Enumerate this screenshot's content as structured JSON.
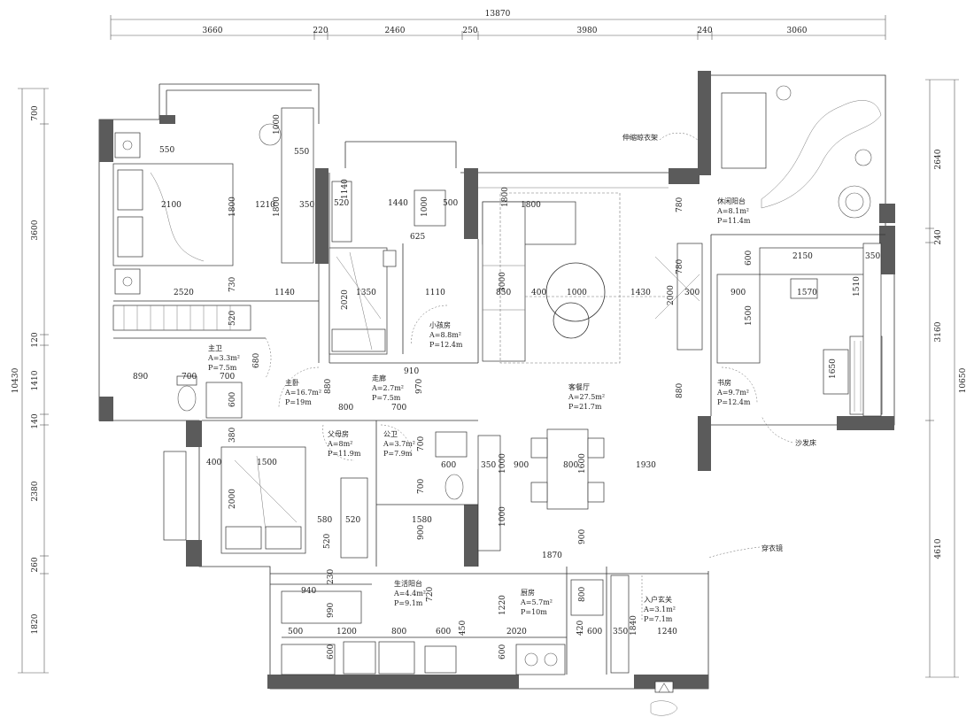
{
  "dimensions": {
    "top_total": "13870",
    "top_segments": [
      "3660",
      "220",
      "2460",
      "250",
      "3980",
      "240",
      "3060"
    ],
    "left_segments": [
      "700",
      "3600",
      "120",
      "1410",
      "140",
      "2380",
      "260",
      "1820"
    ],
    "left_total": "10430",
    "right_segments": [
      "2640",
      "240",
      "3160",
      "4610"
    ],
    "right_total": "10650",
    "interior": [
      "550",
      "1000",
      "550",
      "2100",
      "1210",
      "1800",
      "1800",
      "350",
      "1140",
      "520",
      "1440",
      "1000",
      "500",
      "625",
      "1800",
      "780",
      "3000",
      "1800",
      "2520",
      "730",
      "1140",
      "1350",
      "1110",
      "850",
      "400",
      "1000",
      "1430",
      "300",
      "2000",
      "2020",
      "520",
      "680",
      "890",
      "700",
      "700",
      "600",
      "880",
      "800",
      "700",
      "910",
      "970",
      "380",
      "400",
      "1500",
      "2000",
      "580",
      "520",
      "520",
      "700",
      "600",
      "700",
      "350",
      "1000",
      "900",
      "800",
      "1600",
      "1930",
      "1580",
      "900",
      "1000",
      "900",
      "1870",
      "880",
      "900",
      "1500",
      "1570",
      "2150",
      "600",
      "350",
      "1510",
      "1650",
      "940",
      "230",
      "990",
      "720",
      "1220",
      "800",
      "1200",
      "800",
      "600",
      "450",
      "2020",
      "420",
      "600",
      "1240",
      "350",
      "1840",
      "500",
      "600",
      "600",
      "780"
    ]
  },
  "rooms": [
    {
      "id": "master-bath",
      "name": "主卫",
      "area": "A=3.3m²",
      "perimeter": "P=7.5m"
    },
    {
      "id": "master-bedroom",
      "name": "主卧",
      "area": "A=16.7m²",
      "perimeter": "P=19m"
    },
    {
      "id": "corridor",
      "name": "走廊",
      "area": "A=2.7m²",
      "perimeter": "P=7.5m"
    },
    {
      "id": "kids-room",
      "name": "小孩房",
      "area": "A=8.8m²",
      "perimeter": "P=12.4m"
    },
    {
      "id": "living-dining",
      "name": "客餐厅",
      "area": "A=27.5m²",
      "perimeter": "P=21.7m"
    },
    {
      "id": "leisure-balcony",
      "name": "休闲阳台",
      "area": "A=8.1m²",
      "perimeter": "P=11.4m"
    },
    {
      "id": "study",
      "name": "书房",
      "area": "A=9.7m²",
      "perimeter": "P=12.4m"
    },
    {
      "id": "parents-room",
      "name": "父母房",
      "area": "A=8m²",
      "perimeter": "P=11.9m"
    },
    {
      "id": "public-bath",
      "name": "公卫",
      "area": "A=3.7m²",
      "perimeter": "P=7.9m"
    },
    {
      "id": "utility-balcony",
      "name": "生活阳台",
      "area": "A=4.4m²",
      "perimeter": "P=9.1m"
    },
    {
      "id": "kitchen",
      "name": "厨房",
      "area": "A=5.7m²",
      "perimeter": "P=10m"
    },
    {
      "id": "entrance",
      "name": "入户玄关",
      "area": "A=3.1m²",
      "perimeter": "P=7.1m"
    }
  ],
  "callouts": {
    "clothes_rack": "伸缩晾衣架",
    "sofa_bed": "沙发床",
    "fitting_mirror": "穿衣镜"
  }
}
